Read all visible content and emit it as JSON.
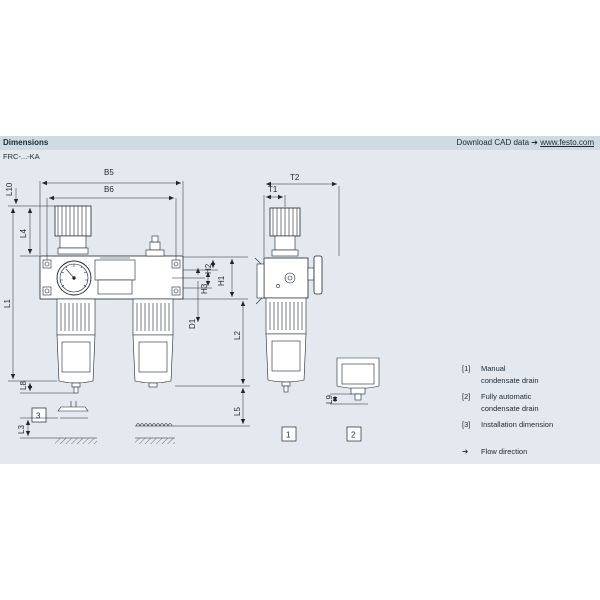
{
  "header": {
    "title": "Dimensions",
    "subtitle": "FRC-...-KA",
    "cad_text": "Download CAD data",
    "cad_arrow": "➔",
    "cad_link": "www.festo.com"
  },
  "dimension_labels": {
    "b5": "B5",
    "b6": "B6",
    "t1": "T1",
    "t2": "T2",
    "l1": "L1",
    "l2": "L2",
    "l3": "L3",
    "l4": "L4",
    "l5": "L5",
    "l8": "L8",
    "l9": "L9",
    "l10": "L10",
    "h1": "H1",
    "h2": "H2",
    "h3": "H3",
    "d1": "D1"
  },
  "callouts": {
    "c1": "1",
    "c2": "2",
    "c3": "3"
  },
  "legend": [
    {
      "num": "[1]",
      "lines": [
        "Manual",
        "condensate drain"
      ]
    },
    {
      "num": "[2]",
      "lines": [
        "Fully automatic",
        "condensate drain"
      ]
    },
    {
      "num": "[3]",
      "lines": [
        "Installation dimension"
      ]
    },
    {
      "num": "➔",
      "lines": [
        "Flow direction"
      ]
    }
  ],
  "colors": {
    "panel": "#e3e9ee",
    "header": "#cfdbe4",
    "line": "#1c2733",
    "part": "#ffffff"
  }
}
